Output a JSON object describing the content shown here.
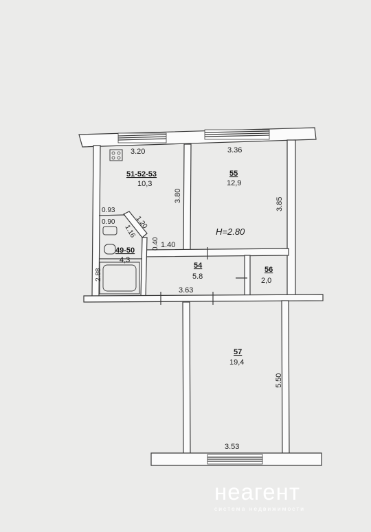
{
  "rooms": [
    {
      "number": "51-52-53",
      "area": "10,3"
    },
    {
      "number": "55",
      "area": "12,9"
    },
    {
      "number": "49-50",
      "area": "4,3"
    },
    {
      "number": "54",
      "area": "5.8"
    },
    {
      "number": "56",
      "area": "2,0"
    },
    {
      "number": "57",
      "area": "19,4"
    }
  ],
  "dimensions": {
    "kitchen_width": "3.20",
    "room55_width": "3.36",
    "kitchen_depth": "3.80",
    "room55_depth": "3.85",
    "bath_width": "0.93",
    "bath_inner": "0.90",
    "diag_1": "1.20",
    "diag_2": "1.16",
    "wall_1": "0.40",
    "hall_width": "1.40",
    "bath_depth": "2.88",
    "hall_length": "3.63",
    "room57_depth": "5.50",
    "room57_width": "3.53"
  },
  "ceiling_height": "H=2.80",
  "watermark": {
    "logo": "неагент",
    "tagline": "система недвижимости"
  }
}
